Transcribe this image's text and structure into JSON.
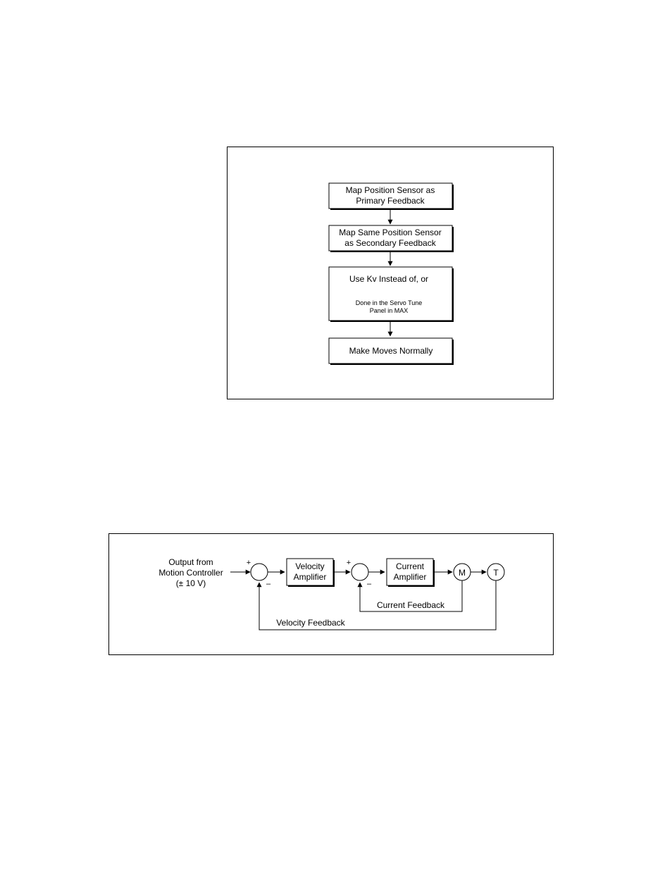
{
  "flowchart": {
    "steps": [
      {
        "lines": [
          "Map Position Sensor as",
          "Primary Feedback"
        ]
      },
      {
        "lines": [
          "Map Same Position Sensor",
          "as Secondary Feedback"
        ]
      },
      {
        "lines": [
          "Use Kv Instead of, or"
        ],
        "note_lines": [
          "Done in the Servo Tune",
          "Panel in MAX"
        ]
      },
      {
        "lines": [
          "Make Moves Normally"
        ]
      }
    ]
  },
  "block_diagram": {
    "input_label": [
      "Output from",
      "Motion Controller",
      "(± 10 V)"
    ],
    "plus_sign": "+",
    "minus_sign": "–",
    "velocity_amp": [
      "Velocity",
      "Amplifier"
    ],
    "current_amp": [
      "Current",
      "Amplifier"
    ],
    "motor": "M",
    "tach": "T",
    "current_feedback": "Current Feedback",
    "velocity_feedback": "Velocity Feedback"
  }
}
